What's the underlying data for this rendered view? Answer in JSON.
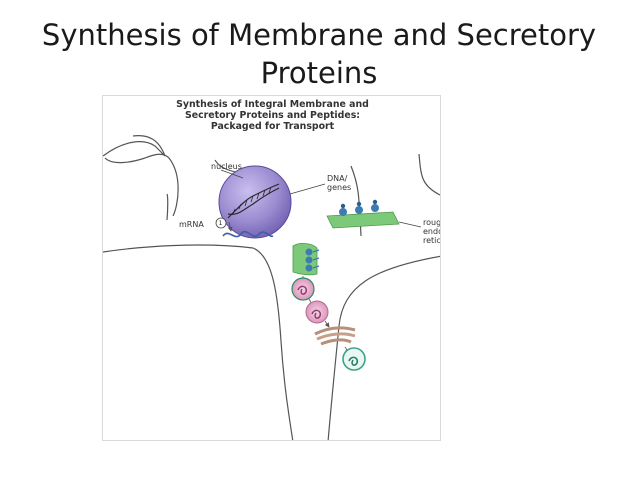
{
  "slide": {
    "title_line1": "Synthesis of Membrane and Secretory",
    "title_line2": "Proteins"
  },
  "figure": {
    "heading_line1": "Synthesis of Integral Membrane and",
    "heading_line2": "Secretory Proteins and Peptides:",
    "heading_line3": "Packaged for Transport",
    "labels": {
      "nucleus": "nucleus",
      "dna_line1": "DNA/",
      "dna_line2": "genes",
      "mrna": "mRNA",
      "step_number": "1",
      "rer_line1": "rough",
      "rer_line2": "endoplasmic",
      "rer_line3": "reticulum"
    },
    "colors": {
      "nucleus_fill": "#9b8bd0",
      "er_green": "#7cc97a",
      "ribosome_blue": "#3d7bb0",
      "vesicle_pink": "#d98bb3",
      "golgi_brown": "#b8907a",
      "secretory_teal": "#3aa48a",
      "mrna_blue": "#3a5fa8"
    }
  }
}
